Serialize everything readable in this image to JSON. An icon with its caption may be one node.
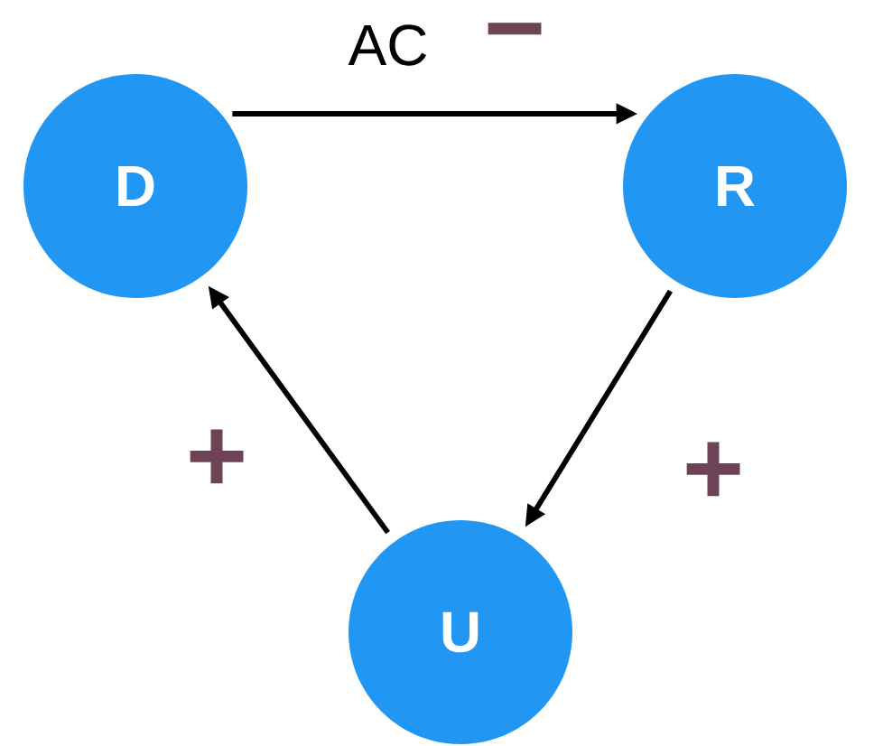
{
  "diagram": {
    "nodes": [
      {
        "text": [
          "D"
        ]
      },
      {
        "text": [
          "R"
        ]
      },
      {
        "text": [
          "U"
        ]
      }
    ],
    "edges": [
      {
        "from": 0,
        "to": 1,
        "arrow": "to",
        "label": "AC"
      },
      {
        "from": 1,
        "to": 2,
        "arrow": "to"
      },
      {
        "from": 2,
        "to": 0,
        "arrow": "to"
      }
    ],
    "labels": [
      "−",
      "+",
      "+"
    ]
  }
}
